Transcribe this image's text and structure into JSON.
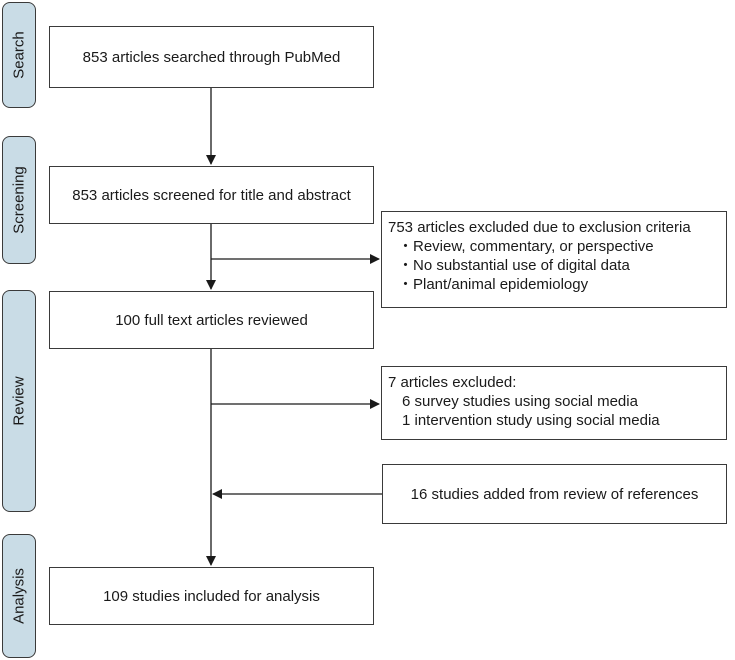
{
  "stages": {
    "search": "Search",
    "screening": "Screening",
    "review": "Review",
    "analysis": "Analysis"
  },
  "boxes": {
    "search": "853 articles searched through PubMed",
    "screening": "853 articles screened for title and abstract",
    "excluded_criteria": {
      "title": "753 articles excluded due to exclusion criteria",
      "items": [
        "・Review, commentary, or perspective",
        "・No substantial use of digital data",
        "・Plant/animal epidemiology"
      ]
    },
    "fulltext": "100 full text articles reviewed",
    "excluded_articles": {
      "title": "7 articles excluded:",
      "items": [
        "6 survey studies using social media",
        "1 intervention study using social media"
      ]
    },
    "added": "16 studies added from review of references",
    "included": "109 studies included for analysis"
  }
}
